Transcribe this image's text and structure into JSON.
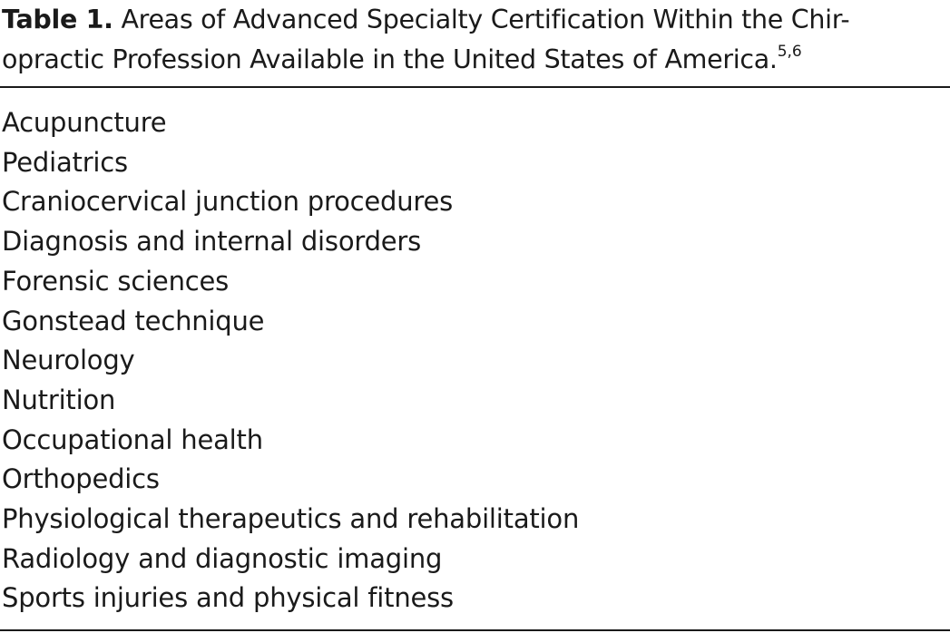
{
  "table": {
    "label": "Table 1.",
    "caption_line1": "Areas of Advanced Specialty Certification Within the Chir-",
    "caption_line2": "opractic Profession Available in the United States of America.",
    "caption_refs": "5,6",
    "rows": [
      "Acupuncture",
      "Pediatrics",
      "Craniocervical junction procedures",
      "Diagnosis and internal disorders",
      "Forensic sciences",
      "Gonstead technique",
      "Neurology",
      "Nutrition",
      "Occupational health",
      "Orthopedics",
      "Physiological therapeutics and rehabilitation",
      "Radiology and diagnostic imaging",
      "Sports injuries and physical fitness"
    ]
  }
}
